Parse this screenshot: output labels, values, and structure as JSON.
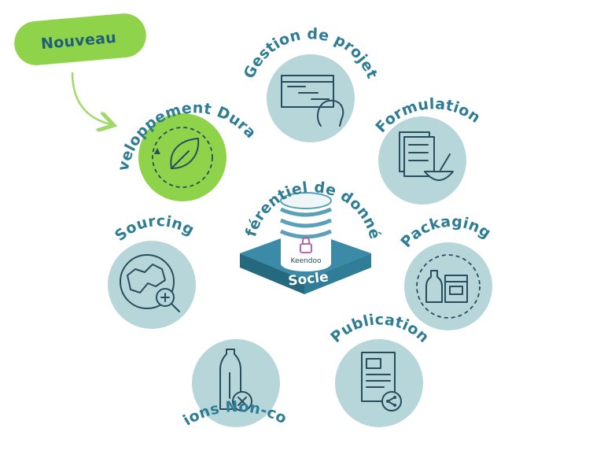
{
  "badge": {
    "label": "Nouveau"
  },
  "modules": {
    "gestion_projet": "Gestion de projet",
    "formulation": "Formulation",
    "developpement_durable": "Développement Durable",
    "referentiel": "Référentiel de données",
    "sourcing": "Sourcing",
    "packaging": "Packaging",
    "reclamations": "Réclamations Non-conformités",
    "publication": "Publication"
  },
  "center": {
    "logo_text": "Keendoo",
    "base_label": "Socle"
  },
  "colors": {
    "label": "#2e7d95",
    "circle": "#b7d6da",
    "highlight": "#8ed34a",
    "icon": "#264e5e",
    "platform": "#3a8aa8"
  }
}
